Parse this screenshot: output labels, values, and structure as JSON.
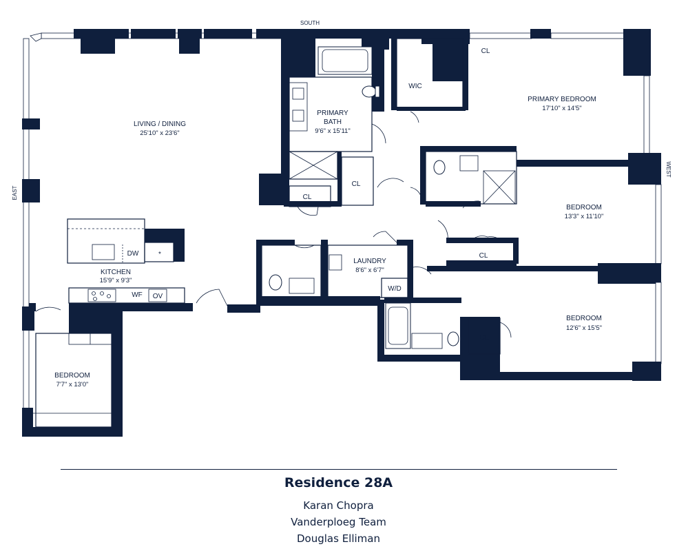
{
  "compass": {
    "north_top": "SOUTH",
    "left": "EAST",
    "right": "WEST"
  },
  "rooms": {
    "living": {
      "name": "LIVING / DINING",
      "dim": "25'10\" x 23'6\""
    },
    "kitchen": {
      "name": "KITCHEN",
      "dim": "15'9\" x 9'3\""
    },
    "bedroom_small": {
      "name": "BEDROOM",
      "dim": "7'7\" x 13'0\""
    },
    "primary_bath": {
      "name_l1": "PRIMARY",
      "name_l2": "BATH",
      "dim": "9'6\" x 15'11\""
    },
    "wic": {
      "name": "WIC"
    },
    "primary_bedroom": {
      "name": "PRIMARY BEDROOM",
      "dim": "17'10\" x 14'5\""
    },
    "bedroom_west": {
      "name": "BEDROOM",
      "dim": "13'3\" x 11'10\""
    },
    "bedroom_sw": {
      "name": "BEDROOM",
      "dim": "12'6\" x 15'5\""
    },
    "laundry": {
      "name": "LAUNDRY",
      "dim": "8'6\" x 6'7\""
    }
  },
  "closets": {
    "cl": "CL",
    "wd": "W/D"
  },
  "appliances": {
    "dw": "DW",
    "wf": "WF",
    "ov": "OV"
  },
  "caption": {
    "title": "Residence 28A",
    "line1": "Karan Chopra",
    "line2": "Vanderploeg Team",
    "line3": "Douglas Elliman"
  }
}
